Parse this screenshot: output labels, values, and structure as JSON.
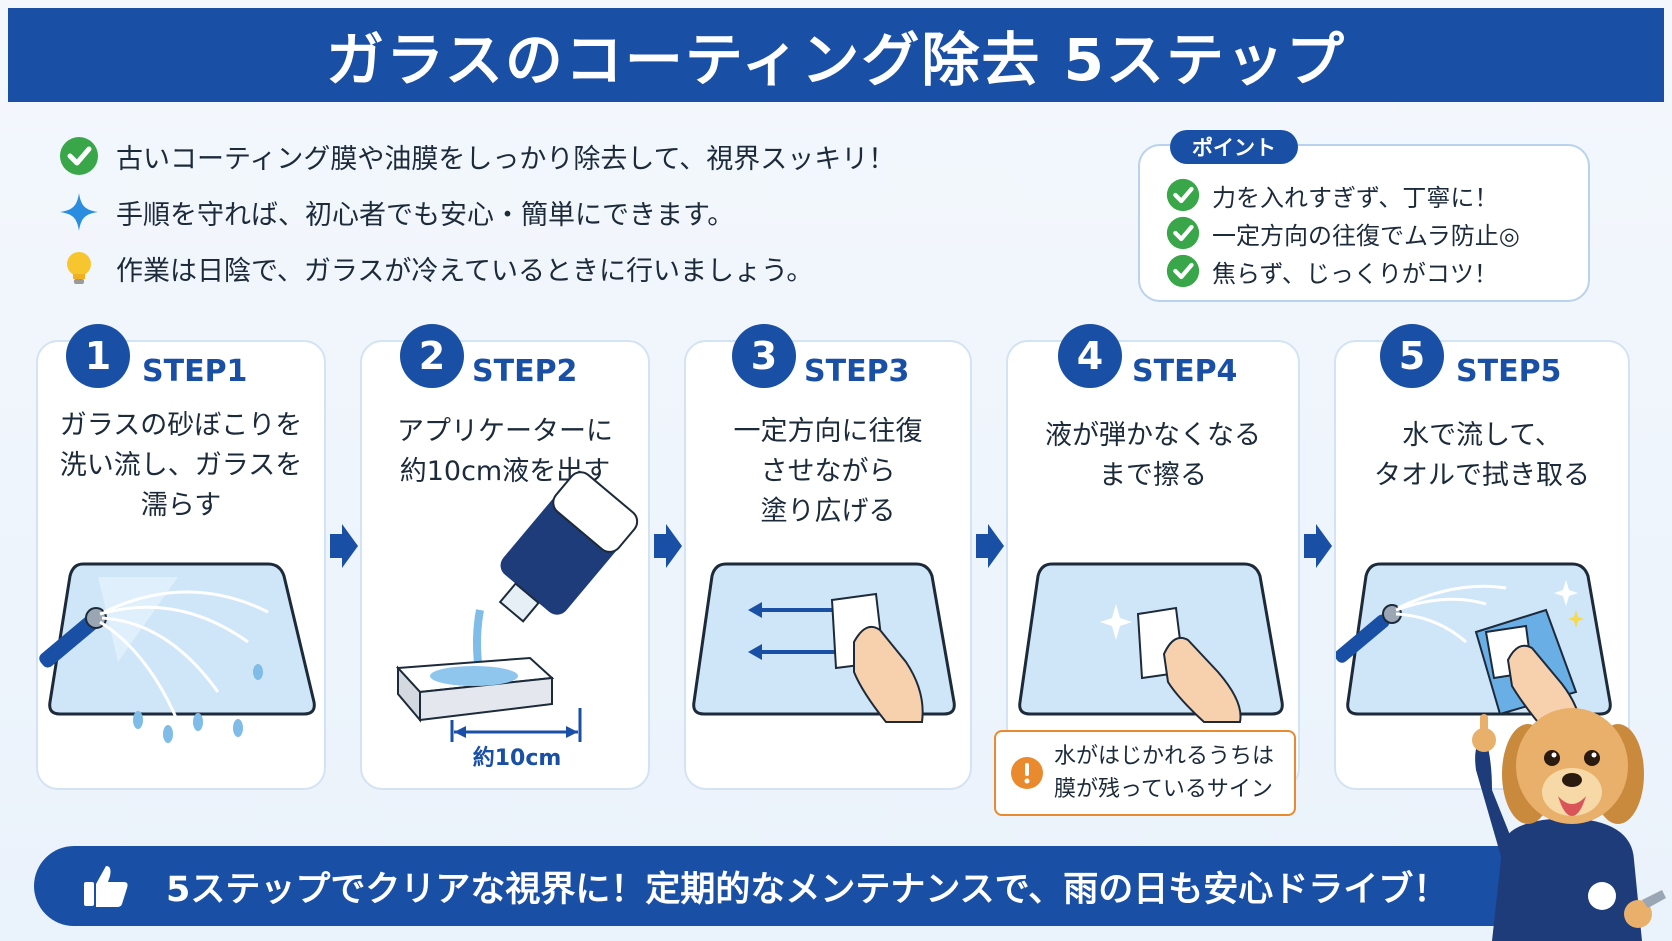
{
  "title": "ガラスのコーティング除去 5ステップ",
  "intro": [
    {
      "icon": "check-circle-icon",
      "text": "古いコーティング膜や油膜をしっかり除去して、視界スッキリ！"
    },
    {
      "icon": "sparkle-icon",
      "text": "手順を守れば、初心者でも安心・簡単にできます。"
    },
    {
      "icon": "lightbulb-icon",
      "text": "作業は日陰で、ガラスが冷えているときに行いましょう。"
    }
  ],
  "point": {
    "label": "ポイント",
    "items": [
      "力を入れすぎず、丁寧に！",
      "一定方向の往復でムラ防止◎",
      "焦らず、じっくりがコツ！"
    ]
  },
  "steps": [
    {
      "num": "1",
      "label": "STEP1",
      "desc": "ガラスの砂ぼこりを\n洗い流し、ガラスを\n濡らす"
    },
    {
      "num": "2",
      "label": "STEP2",
      "desc": "アプリケーターに\n約10cm液を出す"
    },
    {
      "num": "3",
      "label": "STEP3",
      "desc": "一定方向に往復\nさせながら\n塗り広げる"
    },
    {
      "num": "4",
      "label": "STEP4",
      "desc": "液が弾かなくなる\nまで擦る"
    },
    {
      "num": "5",
      "label": "STEP5",
      "desc": "水で流して、\nタオルで拭き取る"
    }
  ],
  "step2_measure": "約10cm",
  "warning": "水がはじかれるうちは\n膜が残っているサイン",
  "bottom": "5ステップでクリアな視界に！定期的なメンテナンスで、雨の日も安心ドライブ！",
  "colors": {
    "primary": "#1a4fa6",
    "check": "#3aa64a",
    "warn": "#e98a2e",
    "glass": "#cfe6f8"
  }
}
